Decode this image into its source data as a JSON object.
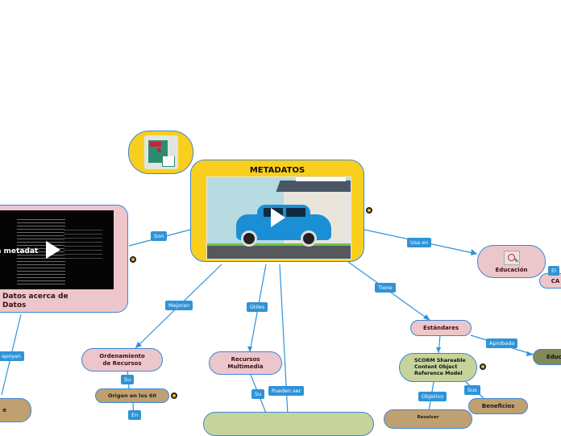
{
  "central": {
    "title": "METADATOS"
  },
  "nodes": {
    "datos": "Datos acerca de Datos",
    "video_caption": "n metadat",
    "ordenamiento": "Ordenamiento de Recursos",
    "origen": "Origen en los 60",
    "recursos": "Recursos Multimedia",
    "educacion": "Educación",
    "estandares": "Estándares",
    "scorm": "SCORM Shareable Content Object Reference Model",
    "beneficios": "Beneficios",
    "resolver": "Resolver",
    "edu_right": "Educ",
    "ca": "CA",
    "left_bottom": "e"
  },
  "labels": {
    "son": "Son",
    "usa_en": "Usa en",
    "mejoran": "Mejoran",
    "utiles": "Útiles",
    "tiene": "Tiene",
    "aprobado": "Aprobado",
    "su1": "Su",
    "su2": "Su",
    "en": "En",
    "pueden_ser": "Pueden ser",
    "objetivo": "Objetivo",
    "sus": "Sus",
    "el": "El",
    "apoyan": "apoyan"
  },
  "colors": {
    "central": "#f9cf1e",
    "link": "#2f93d8",
    "pink": "#ecc6cb",
    "tan": "#c0a070",
    "green": "#c6d49b"
  }
}
